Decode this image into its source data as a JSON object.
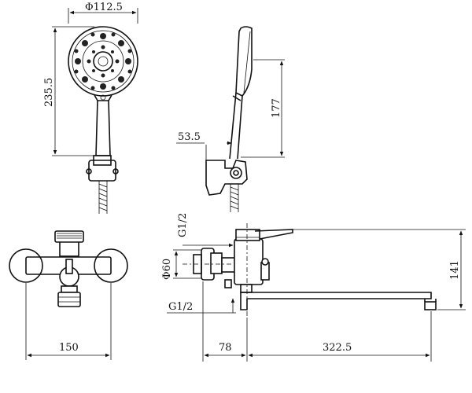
{
  "dimensions": {
    "head_diameter": "Φ112.5",
    "shower_height": "235.5",
    "handle_height": "177",
    "holder_depth": "53.5",
    "inlet_thread_top": "G1/2",
    "flange_diameter": "Φ60",
    "inlet_thread_bottom": "G1/2",
    "body_height": "141",
    "inlet_spacing": "150",
    "body_depth": "78",
    "spout_length": "322.5"
  }
}
